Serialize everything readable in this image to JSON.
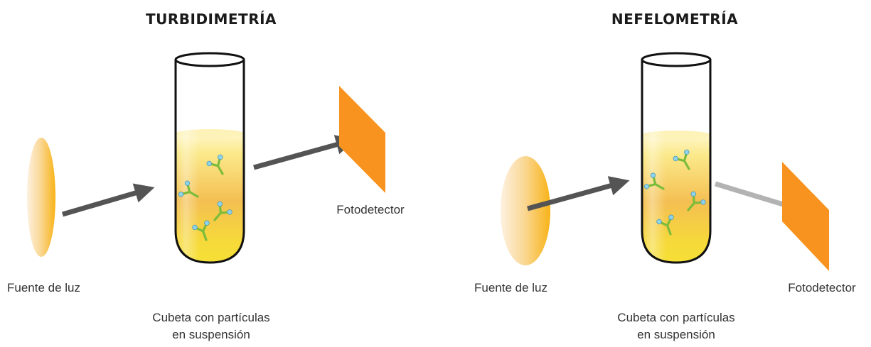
{
  "panels": [
    {
      "id": "turbidimetria",
      "title": "TURBIDIMETRÍA",
      "source_label": "Fuente de luz",
      "detector_label": "Fotodetector",
      "cuvette_label_line1": "Cubeta con partículas",
      "cuvette_label_line2": "en suspensión"
    },
    {
      "id": "nefelometria",
      "title": "NEFELOMETRÍA",
      "source_label": "Fuente de luz",
      "detector_label": "Fotodetector",
      "cuvette_label_line1": "Cubeta con partículas",
      "cuvette_label_line2": "en suspensión"
    }
  ],
  "colors": {
    "arrow_dark": "#545454",
    "arrow_light": "#b3b3b3",
    "detector": "#f7931e",
    "liquid_top": "#fffbe0",
    "liquid_mid": "#f5c04a",
    "liquid_bottom": "#f7df2e",
    "lamp_edge": "#f8b317",
    "lamp_center": "#fdf3e2",
    "antibody": "#7cbc3a",
    "particle": "#8fd3ea"
  },
  "icons": {
    "light_source": "light-source-lamp-icon",
    "cuvette": "cuvette-tube-icon",
    "detector": "photodetector-panel-icon",
    "antibody": "antibody-y-icon"
  }
}
